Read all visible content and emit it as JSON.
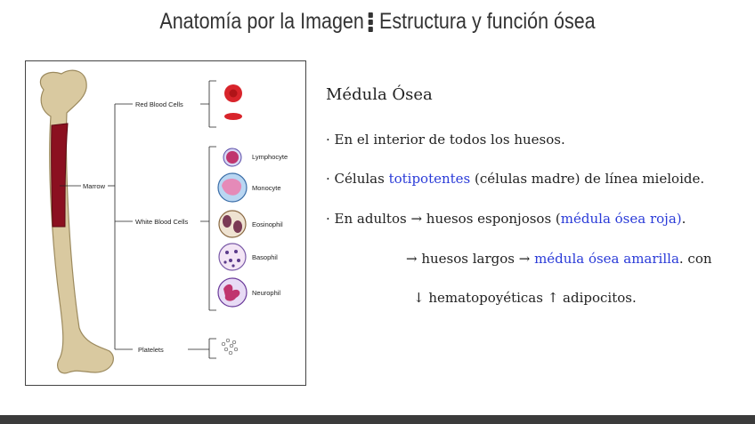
{
  "header": {
    "title_left": "Anatomía por la Imagen",
    "title_right": "Estructura y función ósea"
  },
  "figure": {
    "labels": {
      "red_blood_cells": "Red Blood Cells",
      "marrow": "Marrow",
      "white_blood_cells": "White Blood Cells",
      "lymphocyte": "Lymphocyte",
      "monocyte": "Monocyte",
      "eosinophil": "Eosinophil",
      "basophil": "Basophil",
      "neurophil": "Neurophil",
      "platelets": "Platelets"
    },
    "colors": {
      "bone": "#d9c9a0",
      "marrow": "#8b1020",
      "rbc": "#d8242b"
    }
  },
  "content": {
    "heading": "Médula Ósea",
    "line1": "· En el interior de todos los huesos.",
    "line2_a": "· Células ",
    "line2_b": "totipotentes",
    "line2_c": " (células madre) de línea mieloide.",
    "line3_a": "· En adultos → huesos esponjosos (",
    "line3_b": "médula ósea roja)",
    "line3_c": ".",
    "line4_a": "→ huesos largos → ",
    "line4_b": "médula ósea amarilla",
    "line4_c": ". con",
    "line5": "↓ hematopoyéticas ↑ adipocitos.",
    "highlight_color": "#2a3bd8"
  }
}
